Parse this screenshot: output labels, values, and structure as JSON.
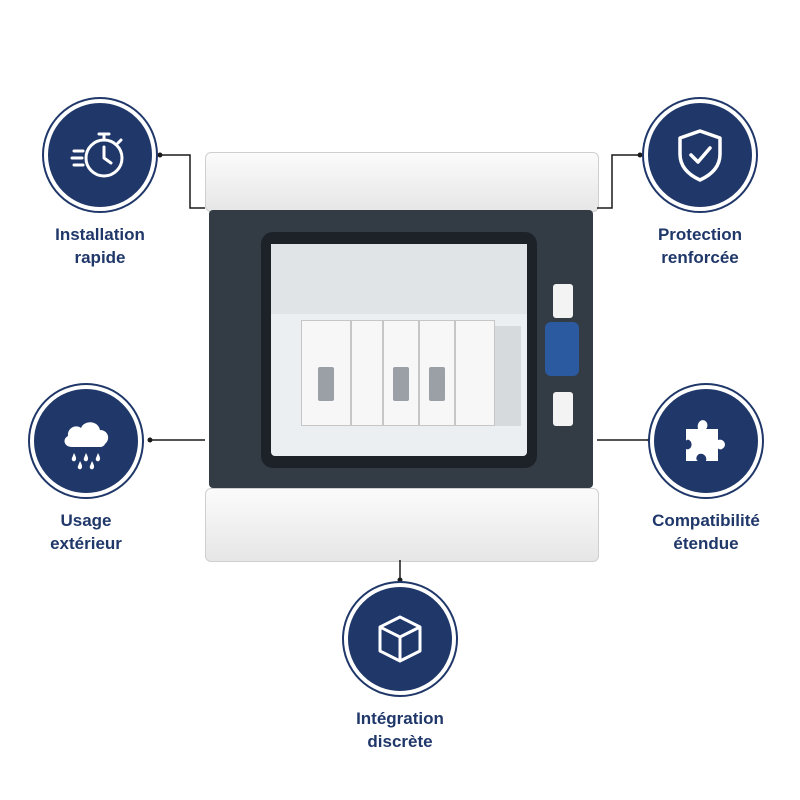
{
  "features": [
    {
      "id": "installation",
      "icon": "stopwatch-icon",
      "line1": "Installation",
      "line2": "rapide"
    },
    {
      "id": "protection",
      "icon": "shield-check-icon",
      "line1": "Protection",
      "line2": "renforcée"
    },
    {
      "id": "usage",
      "icon": "rain-cloud-icon",
      "line1": "Usage",
      "line2": "extérieur"
    },
    {
      "id": "compatibilite",
      "icon": "puzzle-piece-icon",
      "line1": "Compatibilité",
      "line2": "étendue"
    },
    {
      "id": "integration",
      "icon": "box-3d-icon",
      "line1": "Intégration",
      "line2": "discrète"
    }
  ],
  "colors": {
    "accent": "#1f3769",
    "background": "#ffffff"
  }
}
